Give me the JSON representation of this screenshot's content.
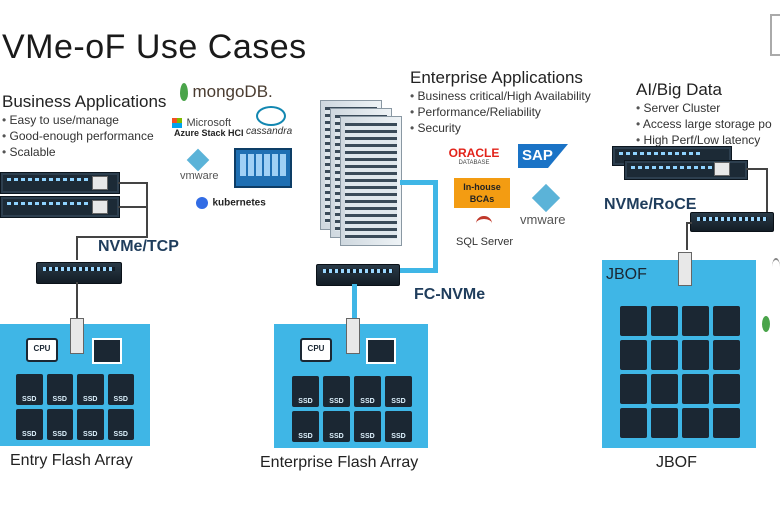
{
  "title": "VMe-oF Use Cases",
  "business": {
    "heading": "Business Applications",
    "bullets": [
      "Easy to use/manage",
      "Good-enough performance",
      "Scalable"
    ],
    "protocol": "NVMe/TCP",
    "caption": "Entry Flash Array",
    "logos": {
      "mongodb": "mongoDB.",
      "microsoft": "Microsoft",
      "azure": "Azure Stack HCI",
      "cassandra": "cassandra",
      "vmware": "vmware",
      "kubernetes": "kubernetes"
    }
  },
  "enterprise": {
    "heading": "Enterprise Applications",
    "bullets": [
      "Business critical/High Availability",
      "Performance/Reliability",
      "Security"
    ],
    "protocol": "FC-NVMe",
    "caption": "Enterprise Flash Array",
    "logos": {
      "oracle": "ORACLE",
      "oracle_sub": "DATABASE",
      "sap": "SAP",
      "inhouse": "In-house BCAs",
      "vmware": "vmware",
      "sqlserver": "SQL Server"
    }
  },
  "aibig": {
    "heading": "AI/Big Data",
    "bullets": [
      "Server Cluster",
      "Access large storage po",
      "High Perf/Low latency"
    ],
    "protocol": "NVMe/RoCE",
    "jbof_label": "JBOF",
    "caption": "JBOF"
  },
  "chip_label": "CPU",
  "ssd_label": "SSD",
  "colors": {
    "accent": "#3fb6e6",
    "dark": "#1b2733",
    "oracle": "#e2231a",
    "sap": "#1a73c6",
    "inhouse": "#f39c12"
  }
}
